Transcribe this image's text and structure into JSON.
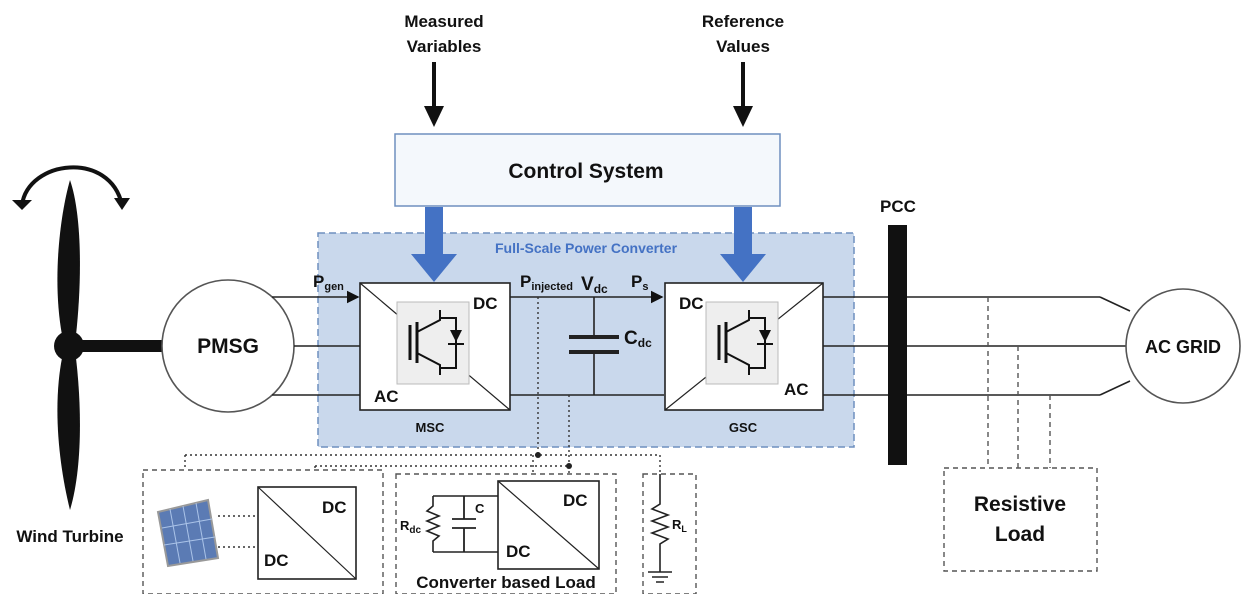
{
  "inputs": {
    "measured_line1": "Measured",
    "measured_line2": "Variables",
    "reference_line1": "Reference",
    "reference_line2": "Values"
  },
  "control_system": "Control System",
  "converter_title": "Full-Scale Power Converter",
  "pmsg": "PMSG",
  "wind_turbine": "Wind Turbine",
  "msc": {
    "label": "MSC",
    "dc": "DC",
    "ac": "AC"
  },
  "gsc": {
    "label": "GSC",
    "dc": "DC",
    "ac": "AC"
  },
  "signals": {
    "p_gen": "P",
    "p_gen_sub": "gen",
    "p_injected": "P",
    "p_injected_sub": "injected",
    "v_dc": "V",
    "v_dc_sub": "dc",
    "p_s": "P",
    "p_s_sub": "s",
    "c_dc": "C",
    "c_dc_sub": "dc"
  },
  "pcc": "PCC",
  "ac_grid": "AC GRID",
  "resistive_load": {
    "line1": "Resistive",
    "line2": "Load"
  },
  "pv_converter": {
    "dc_top": "DC",
    "dc_bottom": "DC"
  },
  "converter_load": {
    "title": "Converter based Load",
    "r": "R",
    "r_sub": "dc",
    "c": "C",
    "dc_top": "DC",
    "dc_bottom": "DC"
  },
  "rl": {
    "r": "R",
    "r_sub": "L"
  },
  "colors": {
    "converter_fill": "#c9d8ec",
    "converter_border": "#6f8fbf",
    "control_fill": "#f4f8fc",
    "arrow_blue": "#4472c4"
  },
  "icons": [
    "rotation-arrow-icon",
    "solar-panel-icon",
    "igbt-diode-icon",
    "ground-icon"
  ]
}
